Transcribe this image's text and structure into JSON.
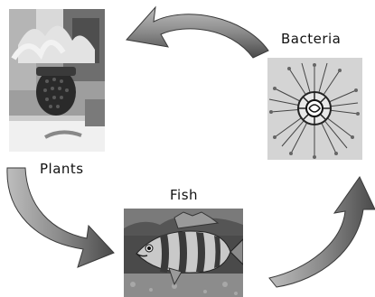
{
  "nodes": {
    "bacteria": {
      "label": "Bacteria"
    },
    "plants": {
      "label": "Plants"
    },
    "fish": {
      "label": "Fish"
    }
  },
  "colors": {
    "arrow_fill_light": "#a8a8a8",
    "arrow_fill_dark": "#4a4a4a",
    "arrow_stroke": "#3a3a3a"
  },
  "icons": {
    "bacteria_to_plants": "curved-arrow-left-icon",
    "plants_to_fish": "curved-arrow-down-right-icon",
    "fish_to_bacteria": "curved-arrow-up-icon"
  }
}
